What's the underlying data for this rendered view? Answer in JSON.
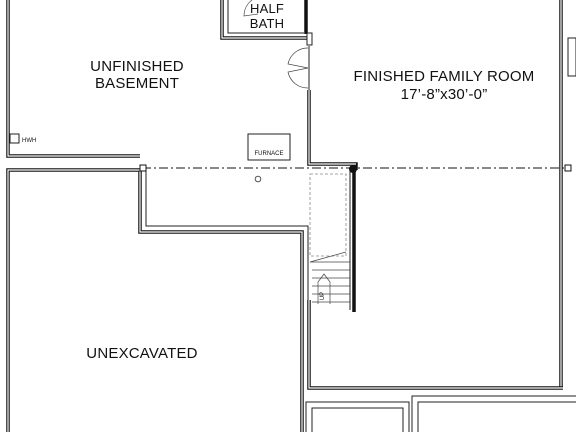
{
  "rooms": {
    "half_bath": [
      "HALF",
      "BATH"
    ],
    "unfinished_basement": [
      "UNFINISHED",
      "BASEMENT"
    ],
    "family_room": {
      "name": "FINISHED FAMILY ROOM",
      "dimensions": "17’-8”x30’-0”"
    },
    "unexcavated": "UNEXCAVATED"
  },
  "fixtures": {
    "water_heater": "HWH",
    "furnace": "FURNACE",
    "stair_direction": "UP"
  }
}
